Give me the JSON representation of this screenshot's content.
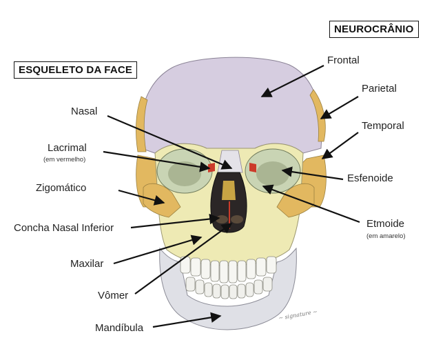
{
  "titles": {
    "left": "ESQUELETO DA FACE",
    "right": "NEUROCRÂNIO"
  },
  "labels": {
    "frontal": "Frontal",
    "parietal": "Parietal",
    "temporal": "Temporal",
    "esfenoide": "Esfenoide",
    "etmoide": "Etmoide",
    "etmoide_note": "(em amarelo)",
    "nasal": "Nasal",
    "lacrimal": "Lacrimal",
    "lacrimal_note": "(em vermelho)",
    "zigomatico": "Zigomático",
    "concha": "Concha Nasal Inferior",
    "maxilar": "Maxilar",
    "vomer": "Vômer",
    "mandibula": "Mandíbula"
  },
  "colors": {
    "neurocranium_lilac": "#d6cde0",
    "facial_cream": "#eeeab4",
    "ochre_bone": "#e2b860",
    "mandible_grey": "#dfe0e6",
    "orbit_green": "#c9d4b4",
    "lacrimal_red": "#cc3b2a",
    "arrow": "#111111"
  }
}
